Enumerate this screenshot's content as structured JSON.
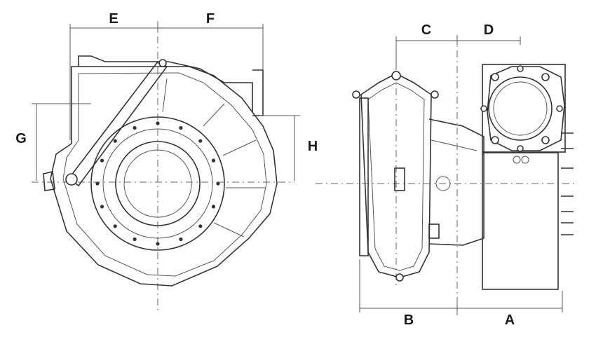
{
  "diagram": {
    "labels": {
      "E": "E",
      "F": "F",
      "G": "G",
      "H": "H",
      "C": "C",
      "D": "D",
      "B": "B",
      "A": "A"
    },
    "colors": {
      "line": "#333333",
      "background": "#ffffff"
    }
  }
}
